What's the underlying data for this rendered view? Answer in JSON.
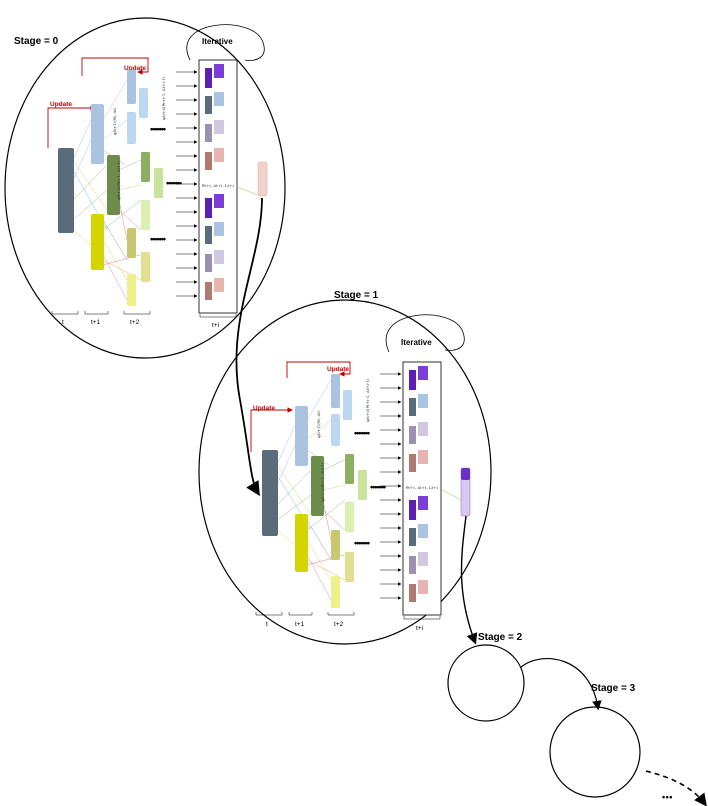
{
  "stages": [
    {
      "label": "Stage = 0",
      "iterative_label": "Iterative",
      "update_labels": [
        "Update",
        "Update"
      ],
      "time_labels": [
        "t",
        "t+1",
        "t+2",
        "t+i"
      ],
      "formulas": [
        "φ(t+1)(θt, Δt)",
        "φ(t+2)(θt+1, Δt+1)",
        "φ(t+i)(θt+i-1, Δt+i-1)",
        "θt+i, Δt+i, Lt+i"
      ]
    },
    {
      "label": "Stage = 1",
      "iterative_label": "Iterative",
      "update_labels": [
        "Update",
        "Update"
      ],
      "time_labels": [
        "t",
        "t+1",
        "t+2",
        "t+i"
      ],
      "formulas": [
        "φ(t+1)(θt, Δt)",
        "φ(t+2)(θt+1, Δt+1)",
        "φ(t+i)(θt+i-1, Δt+i-1)",
        "θt+i, Δt+i, Lt+i"
      ]
    },
    {
      "label": "Stage = 2"
    },
    {
      "label": "Stage = 3"
    }
  ],
  "colors": {
    "outline": "#000000",
    "update": "#c00000",
    "dark_slate": "#5a6b7b",
    "light_blue": "#a9c4e0",
    "green": "#6b8c4a",
    "light_green": "#c9e39a",
    "yellow": "#d4d400",
    "light_yellow": "#f0f08a",
    "purple": "#5b1fb5",
    "violet": "#9a7fd6",
    "pink": "#e8b4b0",
    "lavender": "#b8b0d0"
  }
}
